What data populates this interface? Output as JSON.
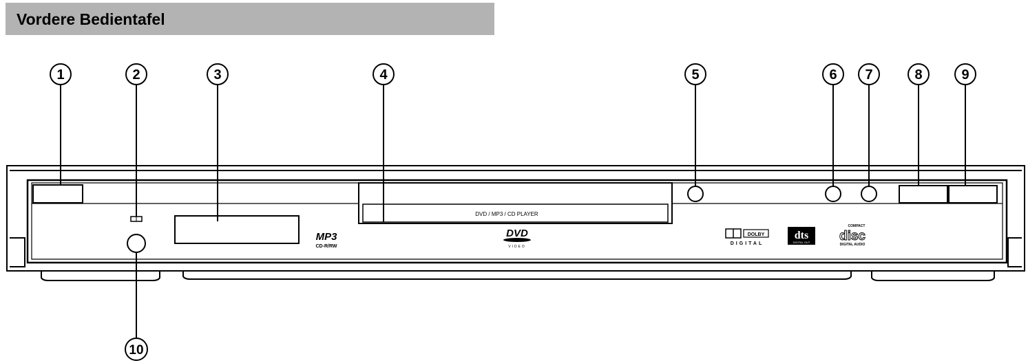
{
  "header": {
    "title": "Vordere Bedientafel"
  },
  "callouts": [
    "1",
    "2",
    "3",
    "4",
    "5",
    "6",
    "7",
    "8",
    "9",
    "10"
  ],
  "panel": {
    "tray_label": "DVD / MP3 / CD PLAYER",
    "mp3_logo": "MP3",
    "mp3_sub": "CD-R/RW",
    "dvd_logo": "DVD",
    "dvd_sub": "VIDEO",
    "dolby_top": "DOLBY",
    "dolby_bottom": "DIGITAL",
    "dts_logo": "dts",
    "dts_sub": "DIGITAL OUT",
    "cd_top": "COMPACT",
    "cd_logo": "disc",
    "cd_bottom": "DIGITAL AUDIO"
  },
  "colors": {
    "header_bg": "#b3b3b3",
    "line": "#000000"
  }
}
